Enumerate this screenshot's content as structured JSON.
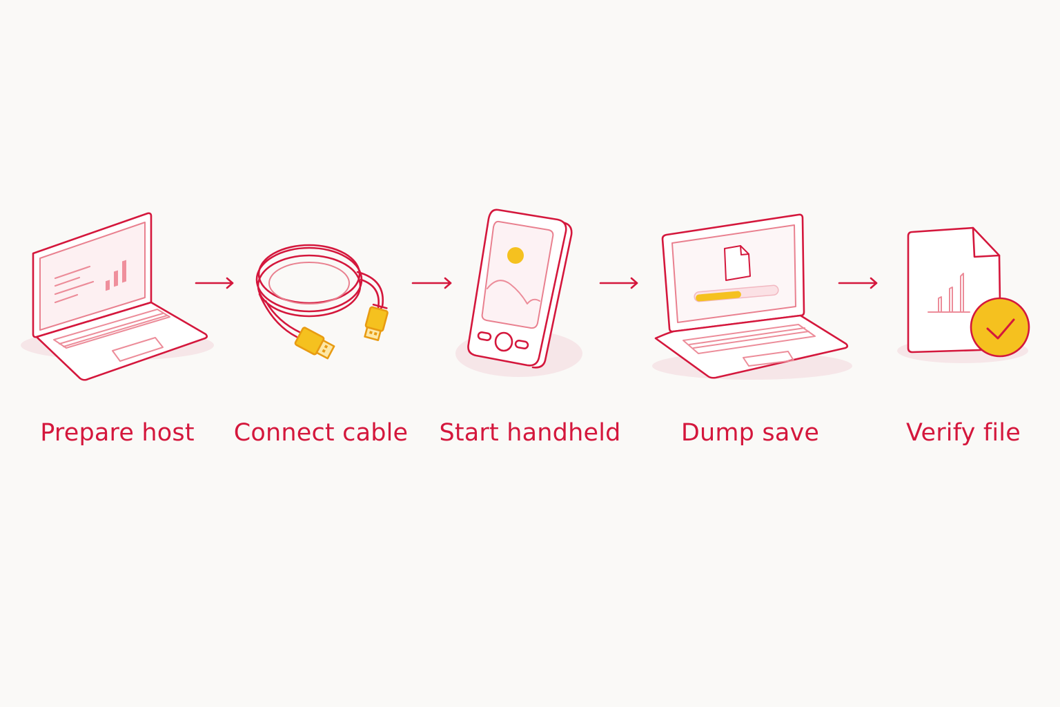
{
  "colors": {
    "background": "#faf9f7",
    "primary_red": "#d4173c",
    "accent_yellow": "#f5c11f",
    "accent_orange": "#e89b12",
    "soft_pink": "#f6d3d9"
  },
  "steps": [
    {
      "label": "Prepare host",
      "icon": "laptop-analytics-icon"
    },
    {
      "label": "Connect cable",
      "icon": "usb-cable-icon"
    },
    {
      "label": "Start handheld",
      "icon": "handheld-device-icon"
    },
    {
      "label": "Dump save",
      "icon": "laptop-download-icon"
    },
    {
      "label": "Verify file",
      "icon": "file-verified-icon"
    }
  ],
  "connectors": [
    "arrow-right-icon",
    "arrow-right-icon",
    "arrow-right-icon",
    "arrow-right-icon"
  ],
  "progress": {
    "dump_fraction": 0.55
  }
}
